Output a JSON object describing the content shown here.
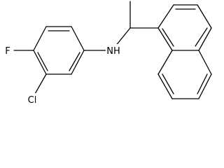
{
  "molecule": {
    "atom_labels": {
      "fluorine": "F",
      "chlorine": "Cl",
      "amine": "NH"
    }
  }
}
